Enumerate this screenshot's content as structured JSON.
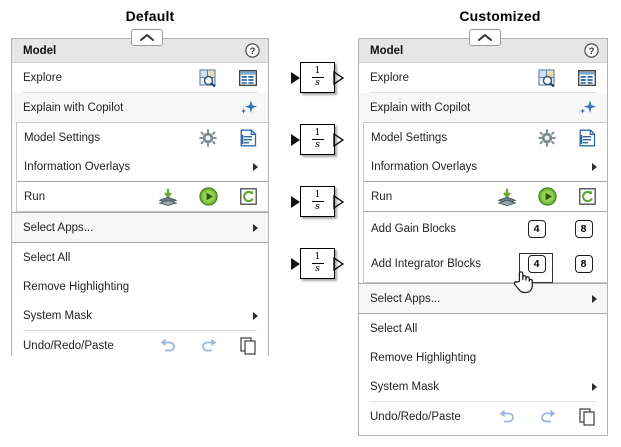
{
  "headings": {
    "default": "Default",
    "customized": "Customized"
  },
  "colors": {
    "panel_border": "#b3b3b3",
    "header_bg": "#e6e6e6",
    "row_tint": "#f7f7f7",
    "copilot_blue": "#2f6fc0",
    "run_green": "#6cb33f",
    "undo_blue": "#9ab8de",
    "text": "#232323"
  },
  "default_panel": {
    "header": {
      "title": "Model",
      "help_icon": "help-circle-icon",
      "collapse_icon": "chevron-up-icon"
    },
    "rows": [
      {
        "label": "Explore",
        "icons": [
          "model-explorer-icon",
          "data-inspector-icon"
        ],
        "submenu": false,
        "tint": false
      },
      {
        "label": "Explain with Copilot",
        "icons": [
          "copilot-sparkle-icon"
        ],
        "submenu": false,
        "tint": true
      },
      {
        "label": "Model Settings",
        "icons": [
          "gear-icon",
          "model-properties-icon"
        ],
        "submenu": false,
        "tint": false
      },
      {
        "label": "Information Overlays",
        "icons": [],
        "submenu": true,
        "tint": false
      },
      {
        "label": "Run",
        "icons": [
          "build-layers-icon",
          "run-play-icon",
          "update-diagram-icon"
        ],
        "submenu": false,
        "tint": false
      },
      {
        "label": "Select Apps...",
        "icons": [],
        "submenu": true,
        "tint": true
      },
      {
        "label": "Select All",
        "icons": [],
        "submenu": false,
        "tint": false
      },
      {
        "label": "Remove Highlighting",
        "icons": [],
        "submenu": false,
        "tint": false
      },
      {
        "label": "System Mask",
        "icons": [],
        "submenu": true,
        "tint": false
      },
      {
        "label": "Undo/Redo/Paste",
        "icons": [
          "undo-icon",
          "redo-icon",
          "paste-icon"
        ],
        "submenu": false,
        "tint": false
      }
    ]
  },
  "customized_panel": {
    "header": {
      "title": "Model",
      "help_icon": "help-circle-icon",
      "collapse_icon": "chevron-up-icon"
    },
    "rows": [
      {
        "label": "Explore",
        "icons": [
          "model-explorer-icon",
          "data-inspector-icon"
        ],
        "submenu": false,
        "tint": false
      },
      {
        "label": "Explain with Copilot",
        "icons": [
          "copilot-sparkle-icon"
        ],
        "submenu": false,
        "tint": true
      },
      {
        "label": "Model Settings",
        "icons": [
          "gear-icon",
          "model-properties-icon"
        ],
        "submenu": false,
        "tint": false
      },
      {
        "label": "Information Overlays",
        "icons": [],
        "submenu": true,
        "tint": false
      },
      {
        "label": "Run",
        "icons": [
          "build-layers-icon",
          "run-play-icon",
          "update-diagram-icon"
        ],
        "submenu": false,
        "tint": false
      },
      {
        "label": "Add Gain Blocks",
        "buttons": [
          "4",
          "8"
        ],
        "submenu": false,
        "tint": false
      },
      {
        "label": "Add Integrator Blocks",
        "buttons": [
          "4",
          "8"
        ],
        "submenu": false,
        "tint": false,
        "hovered_button_index": 0
      },
      {
        "label": "Select Apps...",
        "icons": [],
        "submenu": true,
        "tint": true
      },
      {
        "label": "Select All",
        "icons": [],
        "submenu": false,
        "tint": false
      },
      {
        "label": "Remove Highlighting",
        "icons": [],
        "submenu": false,
        "tint": false
      },
      {
        "label": "System Mask",
        "icons": [],
        "submenu": true,
        "tint": false
      },
      {
        "label": "Undo/Redo/Paste",
        "icons": [
          "undo-icon",
          "redo-icon",
          "paste-icon"
        ],
        "submenu": false,
        "tint": false
      }
    ]
  },
  "canvas_blocks": {
    "block_label_numerator": "1",
    "block_label_denominator": "s",
    "block_type": "integrator-block",
    "count": 4
  },
  "cursor": {
    "type": "hand-pointer-cursor"
  }
}
